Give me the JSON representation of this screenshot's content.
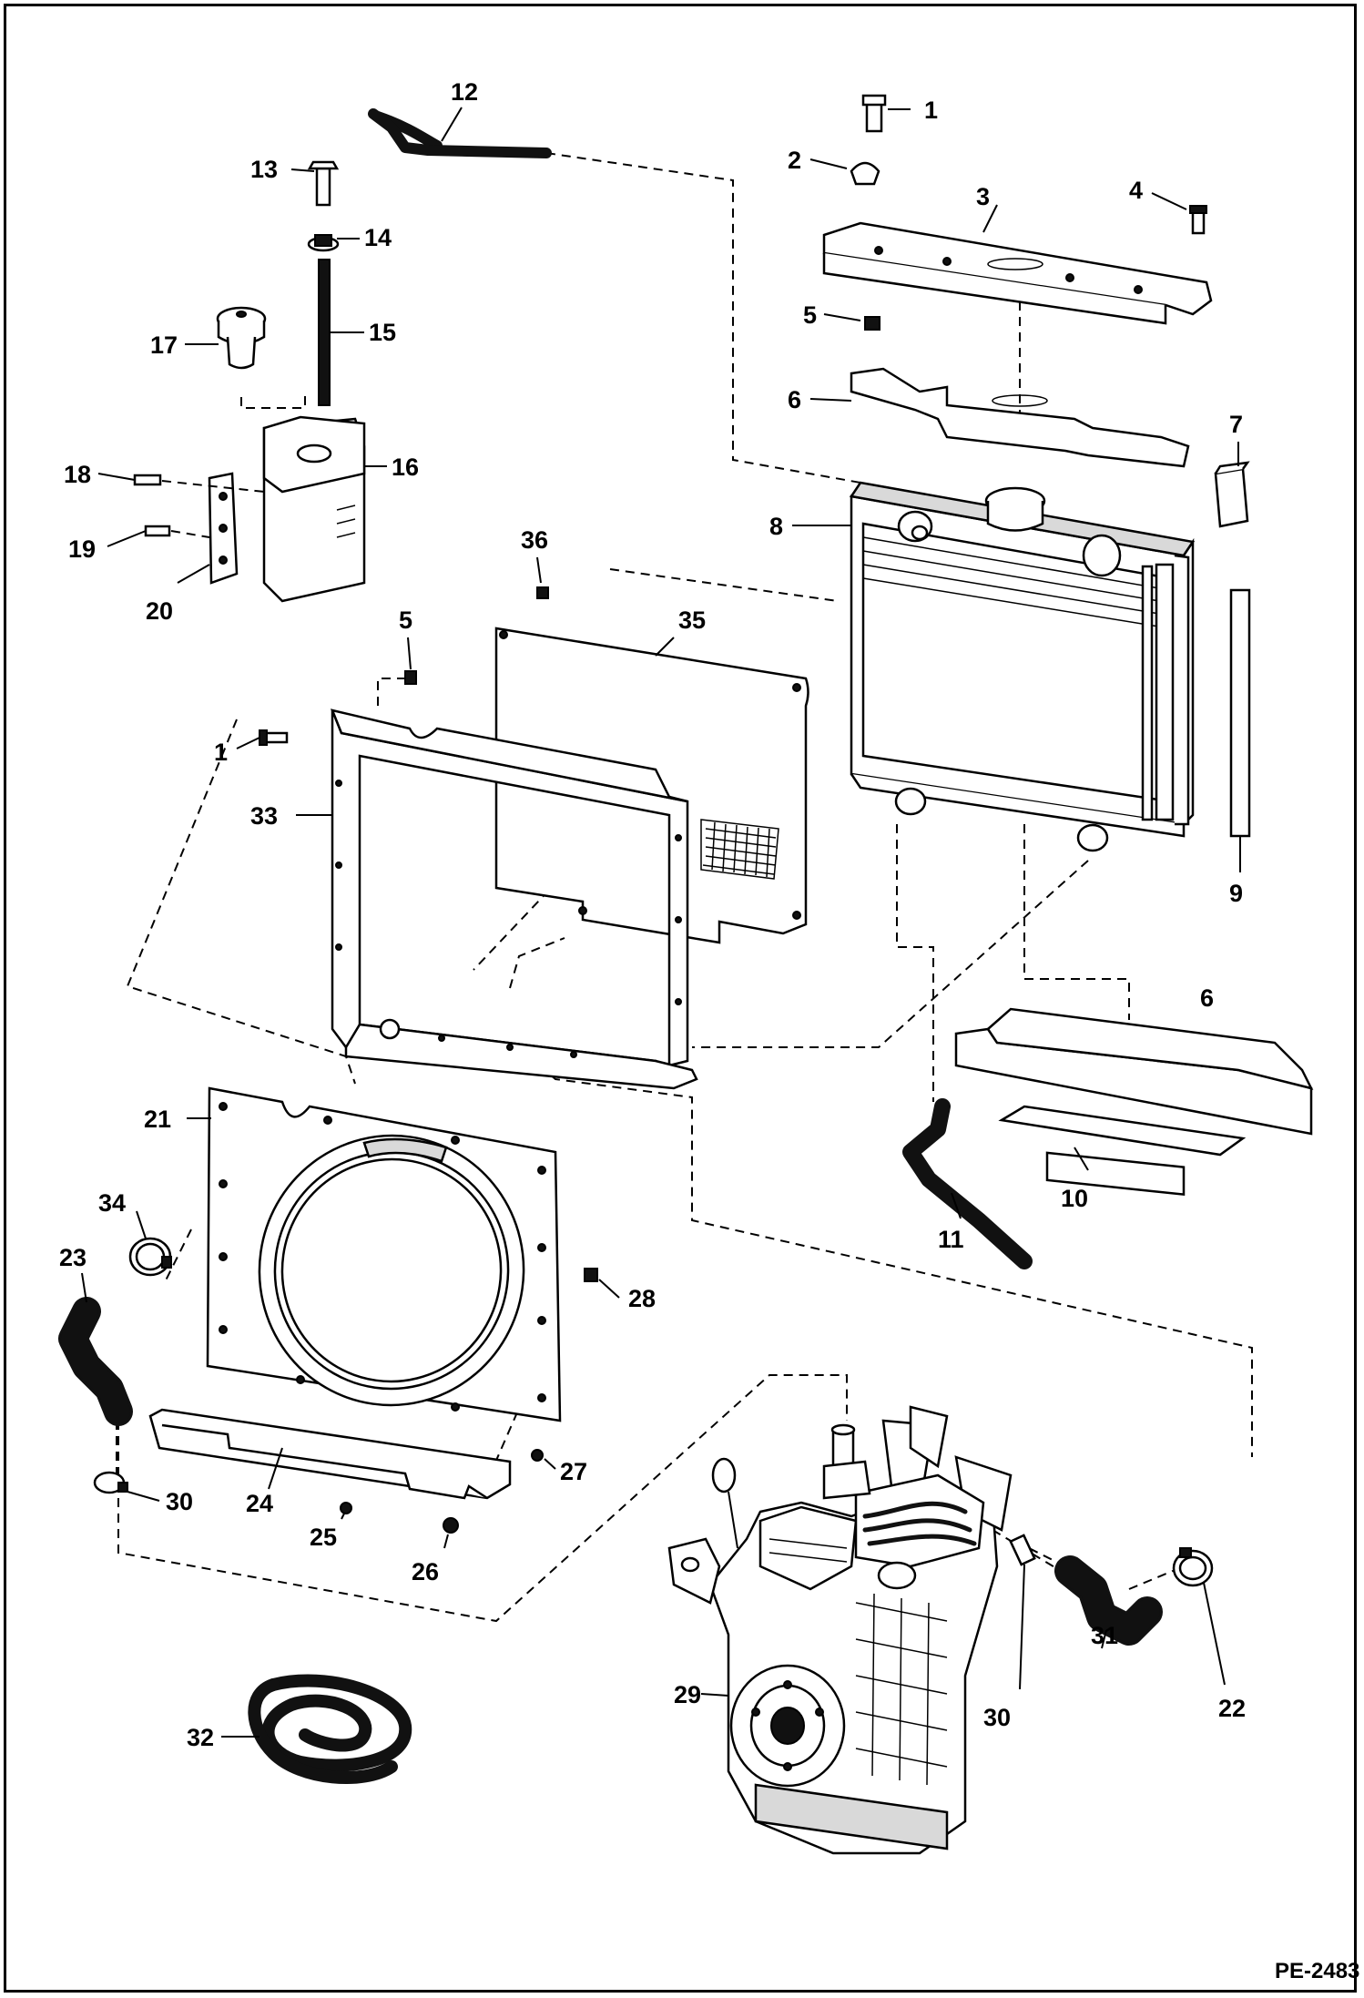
{
  "diagram": {
    "drawing_code": "PE-2483",
    "callouts": [
      "1",
      "2",
      "3",
      "4",
      "5",
      "6",
      "7",
      "8",
      "9",
      "10",
      "11",
      "12",
      "13",
      "14",
      "15",
      "16",
      "17",
      "18",
      "19",
      "20",
      "21",
      "22",
      "23",
      "24",
      "25",
      "26",
      "27",
      "28",
      "29",
      "30",
      "31",
      "32",
      "33",
      "34",
      "35",
      "36"
    ]
  },
  "colors": {
    "ink": "#000000",
    "paper": "#ffffff",
    "shade": "#d9d9d9"
  }
}
